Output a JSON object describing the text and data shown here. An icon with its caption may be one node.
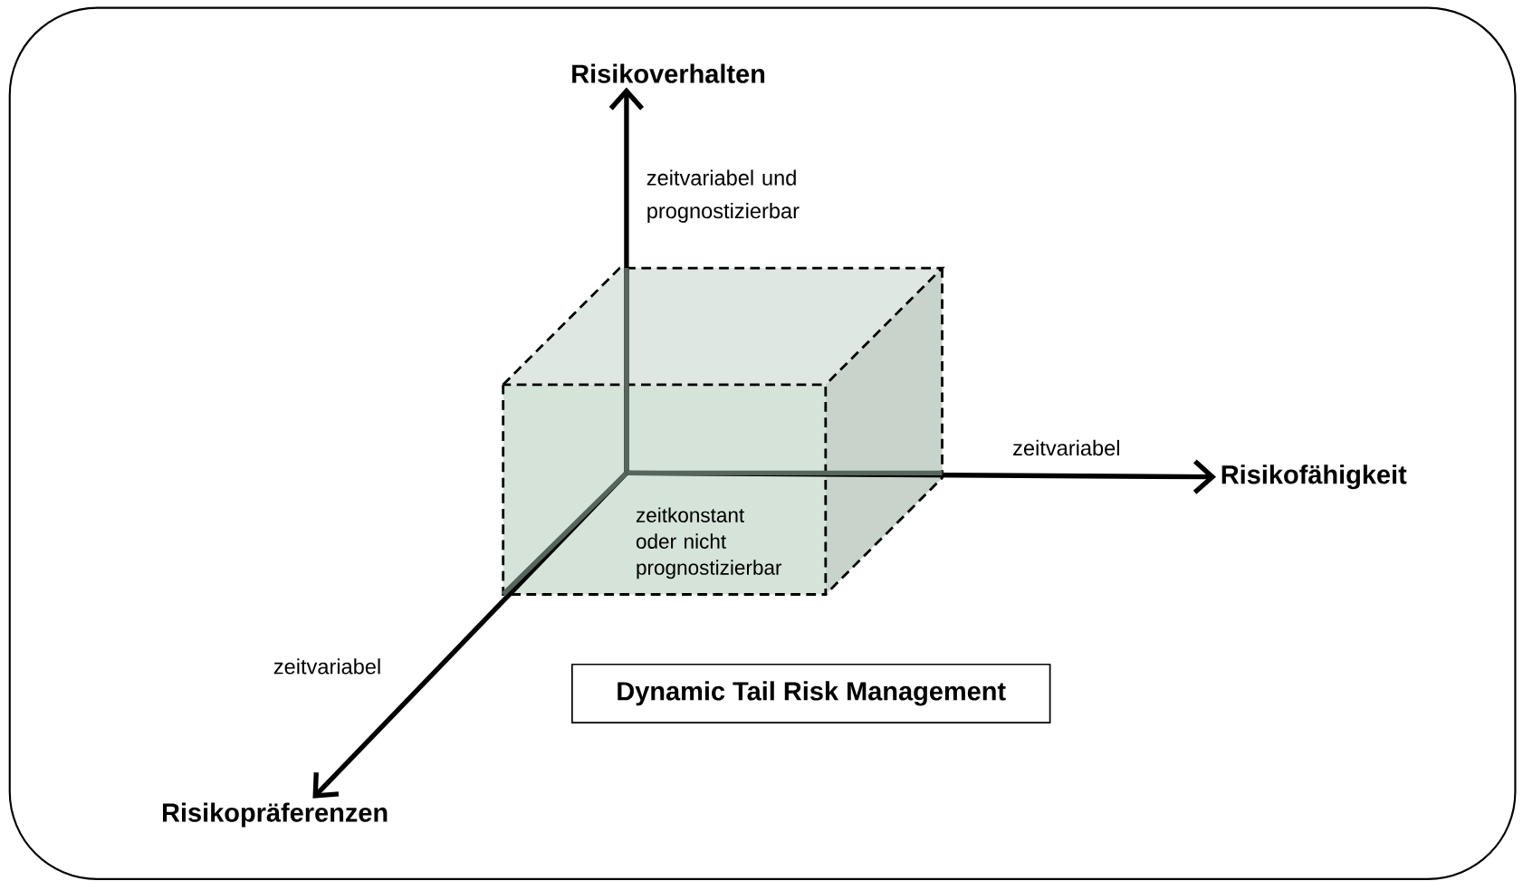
{
  "diagram": {
    "nodes": [
      {
        "text": [
          "Risikoverhalten"
        ]
      },
      {
        "text": [
          "Risikofähigkeit"
        ]
      },
      {
        "text": [
          "Risikopräferenzen"
        ]
      },
      {
        "text": [
          "zeitkonstant oder nicht prognostizierbar"
        ]
      },
      {
        "text": [
          "Dynamic Tail Risk Management"
        ]
      }
    ],
    "edges": [
      {
        "from": 3,
        "to": 0,
        "arrow": "to",
        "label": "zeitvariabel und prognostizierbar"
      },
      {
        "from": 3,
        "to": 1,
        "arrow": "to",
        "label": "zeitvariabel"
      },
      {
        "from": 3,
        "to": 2,
        "arrow": "to",
        "label": "zeitvariabel"
      }
    ]
  }
}
